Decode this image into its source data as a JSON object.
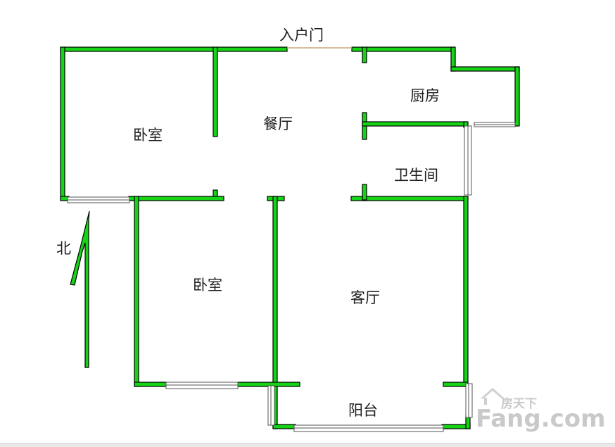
{
  "rooms": {
    "entry_door": "入户门",
    "bedroom_top": "卧室",
    "dining": "餐厅",
    "kitchen": "厨房",
    "bathroom": "卫生间",
    "bedroom_bottom": "卧室",
    "living": "客厅",
    "balcony": "阳台"
  },
  "compass": {
    "label": "北"
  },
  "watermark": {
    "brand": "Fang.com",
    "cn": "房天下"
  },
  "colors": {
    "wall": "#15d415",
    "label": "#1e1e1e",
    "window": "#ffffff"
  }
}
